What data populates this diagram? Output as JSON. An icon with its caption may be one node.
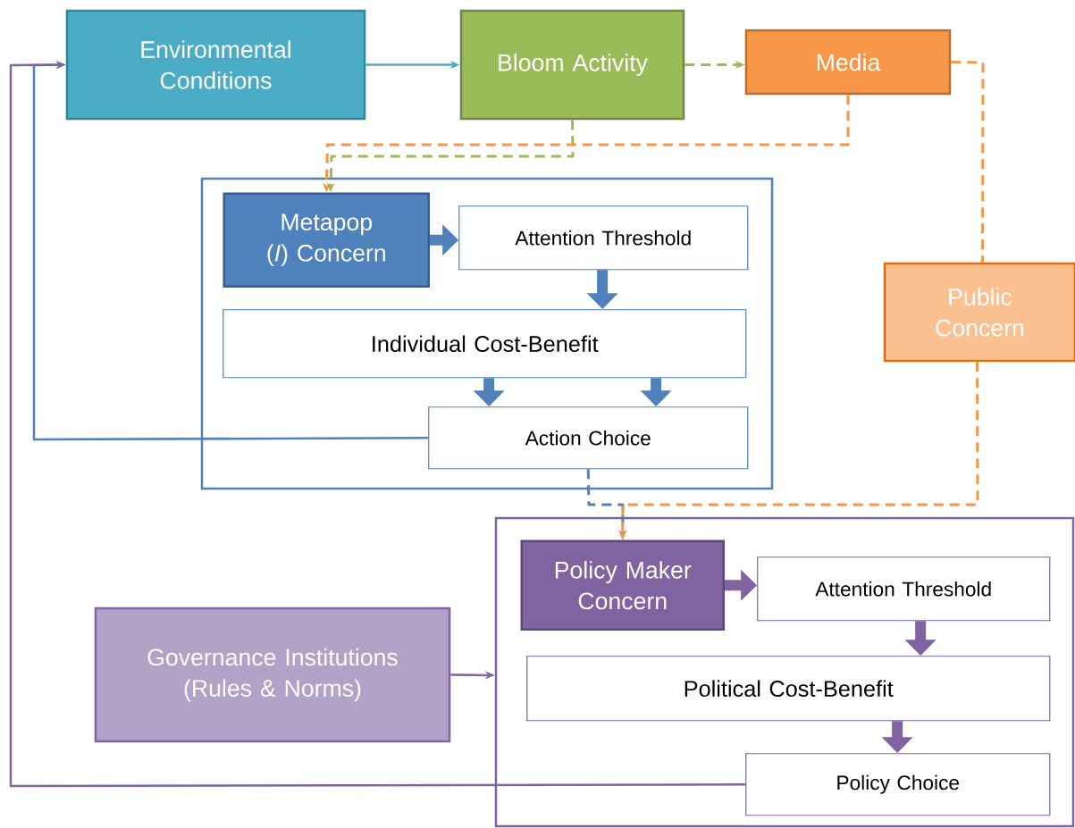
{
  "diagram": {
    "nodes": [
      {
        "text": [
          "Environmental Conditions"
        ]
      },
      {
        "text": [
          "Bloom Activity"
        ]
      },
      {
        "text": [
          "Media"
        ]
      },
      {
        "text": [],
        "shape": "box"
      },
      {
        "text": [
          "Metapop (*I*) Concern"
        ],
        "in": 3
      },
      {
        "text": [
          "Attention Threshold"
        ],
        "in": 3
      },
      {
        "text": [
          "Individual Cost-Benefit"
        ],
        "in": 3
      },
      {
        "text": [
          "Action Choice"
        ],
        "in": 3
      },
      {
        "text": [
          "Public Concern"
        ]
      },
      {
        "text": [],
        "shape": "box"
      },
      {
        "text": [
          "Policy Maker Concern"
        ],
        "in": 9
      },
      {
        "text": [
          "Attention Threshold"
        ],
        "in": 9
      },
      {
        "text": [
          "Political Cost-Benefit"
        ],
        "in": 9
      },
      {
        "text": [
          "Policy Choice"
        ],
        "in": 9
      },
      {
        "text": [
          "Governance Institutions (Rules & Norms)"
        ]
      }
    ],
    "edges": [
      {
        "from": 0,
        "to": 1,
        "arrow": "to",
        "color": "#4bacc6"
      },
      {
        "from": 1,
        "to": 2,
        "arrow": "to",
        "style": "dashed",
        "color": "#9bbb59"
      },
      {
        "from": 1,
        "to": 4,
        "arrow": "to",
        "style": "dashed",
        "color": "#9bbb59"
      },
      {
        "from": 2,
        "to": 4,
        "arrow": "to",
        "style": "dashed",
        "color": "#f79646"
      },
      {
        "from": 2,
        "to": 8,
        "arrow": "none",
        "style": "dashed",
        "color": "#f79646"
      },
      {
        "from": 4,
        "to": 5,
        "arrow": "to",
        "style": "thick",
        "color": "#4f81bd"
      },
      {
        "from": 5,
        "to": 6,
        "arrow": "to",
        "style": "thick",
        "color": "#4f81bd"
      },
      {
        "from": 6,
        "to": 7,
        "arrow": "to",
        "style": "thick",
        "color": "#4f81bd"
      },
      {
        "from": 6,
        "to": 7,
        "arrow": "to",
        "style": "thick",
        "color": "#4f81bd"
      },
      {
        "from": 7,
        "to": 0,
        "arrow": "to",
        "color": "#4f81bd"
      },
      {
        "from": 7,
        "to": 10,
        "arrow": "to",
        "style": "dashed",
        "color": "#4f81bd"
      },
      {
        "from": 8,
        "to": 10,
        "arrow": "to",
        "style": "dashed",
        "color": "#f79646"
      },
      {
        "from": 10,
        "to": 11,
        "arrow": "to",
        "style": "thick",
        "color": "#8064a2"
      },
      {
        "from": 11,
        "to": 12,
        "arrow": "to",
        "style": "thick",
        "color": "#8064a2"
      },
      {
        "from": 12,
        "to": 13,
        "arrow": "to",
        "style": "thick",
        "color": "#8064a2"
      },
      {
        "from": 13,
        "to": 0,
        "arrow": "to",
        "color": "#8064a2"
      },
      {
        "from": 14,
        "to": 9,
        "arrow": "to",
        "color": "#8064a2"
      }
    ]
  }
}
